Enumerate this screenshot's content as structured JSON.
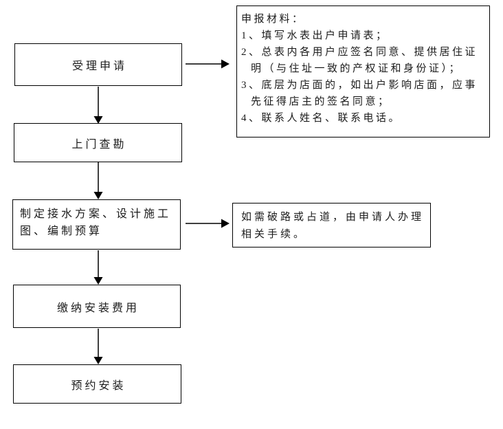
{
  "colors": {
    "background": "#ffffff",
    "box_border": "#000000",
    "arrow_line": "#3f3f3f",
    "arrow_head": "#000000",
    "text": "#1c1c1c"
  },
  "steps": {
    "accept": "受理申请",
    "survey": "上门查勘",
    "plan": [
      "制定接水方案、设计施工",
      "图、编制预算"
    ],
    "pay": "缴纳安装费用",
    "book": "预约安装"
  },
  "materials": {
    "title": "申报材料：",
    "items": [
      "1、填写水表出户申请表；",
      "2、总表内各用户应签名同意、提供居住证",
      "明（与住址一致的产权证和身份证）；",
      "3、底层为店面的，如出户影响店面，应事",
      "先征得店主的签名同意；",
      "4、联系人姓名、联系电话。"
    ]
  },
  "road_note": {
    "lines": [
      "如需破路或占道，由申请人办理",
      "相关手续。"
    ]
  }
}
